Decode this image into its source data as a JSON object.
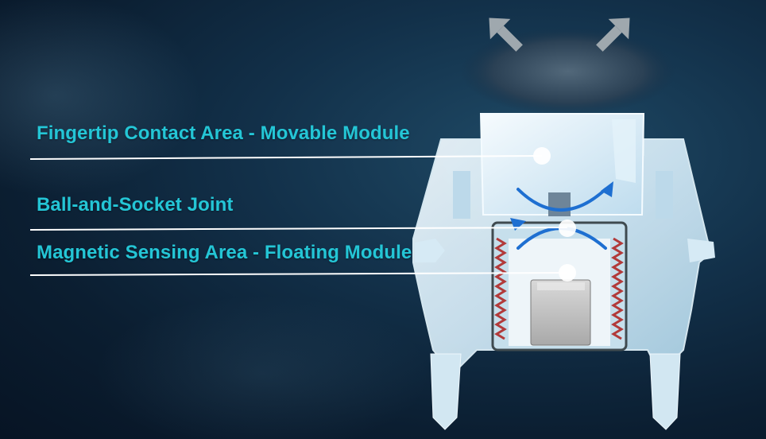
{
  "labels": [
    {
      "text": "Fingertip Contact Area - Movable Module"
    },
    {
      "text": "Ball-and-Socket Joint"
    },
    {
      "text": "Magnetic Sensing Area - Floating Module"
    }
  ],
  "colors": {
    "label": "#24c6d6",
    "leader_line": "#ffffff",
    "motion_arrow": "#1e6fd1",
    "background": "#0f2a40"
  },
  "icons": [
    "press-arrow-left-icon",
    "press-arrow-right-icon",
    "rotation-arrow-icon"
  ]
}
